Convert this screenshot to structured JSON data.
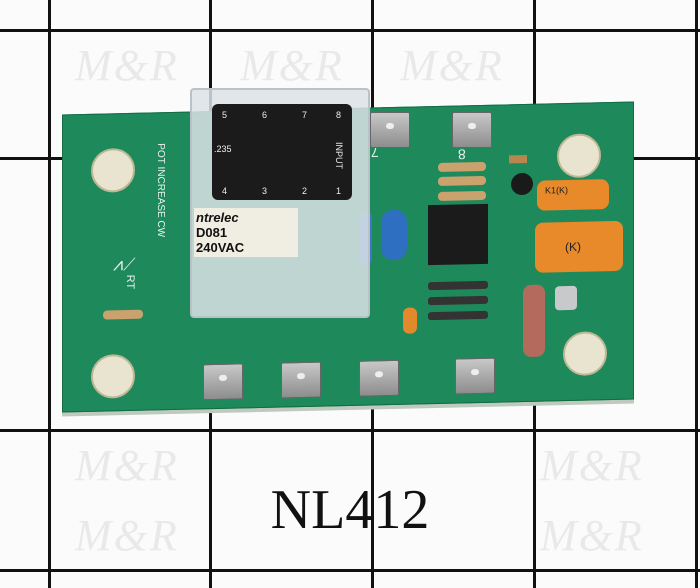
{
  "image": {
    "subject": "Circuit board with relay",
    "part_number_label": "NL412",
    "background": "grid paper with watermark",
    "watermark_text": "M&R"
  },
  "relay": {
    "brand": "ntrelec",
    "model_fragment": "D081",
    "voltage": "240VAC",
    "diagram_label": "INPUT",
    "code": ".235",
    "pins": [
      "1",
      "2",
      "3",
      "4",
      "5",
      "6",
      "7",
      "8"
    ]
  },
  "board_silkscreen": {
    "pot_label_line1": "POT",
    "pot_label_line2": "INCREASE",
    "pot_label_line3": "CW",
    "rt_label": "RT",
    "terminal_7": "7",
    "terminal_8": "8"
  },
  "capacitor_markings": {
    "large": "(K)",
    "small": "K1(K)"
  },
  "colors": {
    "board": "#1e8a5c",
    "grid": "#111111",
    "background": "#fbfbfb",
    "capacitor": "#e8892a"
  }
}
